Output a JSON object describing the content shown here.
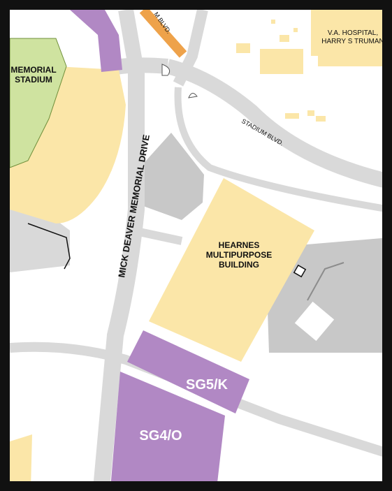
{
  "map": {
    "colors": {
      "frame": "#111111",
      "background": "#ffffff",
      "road": "#d9d9d9",
      "paved_area": "#c8c8c8",
      "building": "#fbe6a8",
      "parking": "#b188c4",
      "field": "#cfe3a0",
      "highlight_road": "#eea24a"
    },
    "labels": {
      "memorial_stadium": [
        "MEMORIAL",
        "STADIUM"
      ],
      "va_hospital": [
        "V.A. HOSPITAL,",
        "HARRY S TRUMAN"
      ],
      "m_blvd": "M BLVD.",
      "stadium_blvd": "STADIUM BLVD.",
      "mick_deaver": "MICK DEAVER MEMORIAL DRIVE",
      "hearnes": [
        "HEARNES",
        "MULTIPURPOSE",
        "BUILDING"
      ]
    },
    "parking_lots": [
      {
        "id": "sg5k",
        "label": "SG5/K"
      },
      {
        "id": "sg4o",
        "label": "SG4/O"
      }
    ]
  }
}
